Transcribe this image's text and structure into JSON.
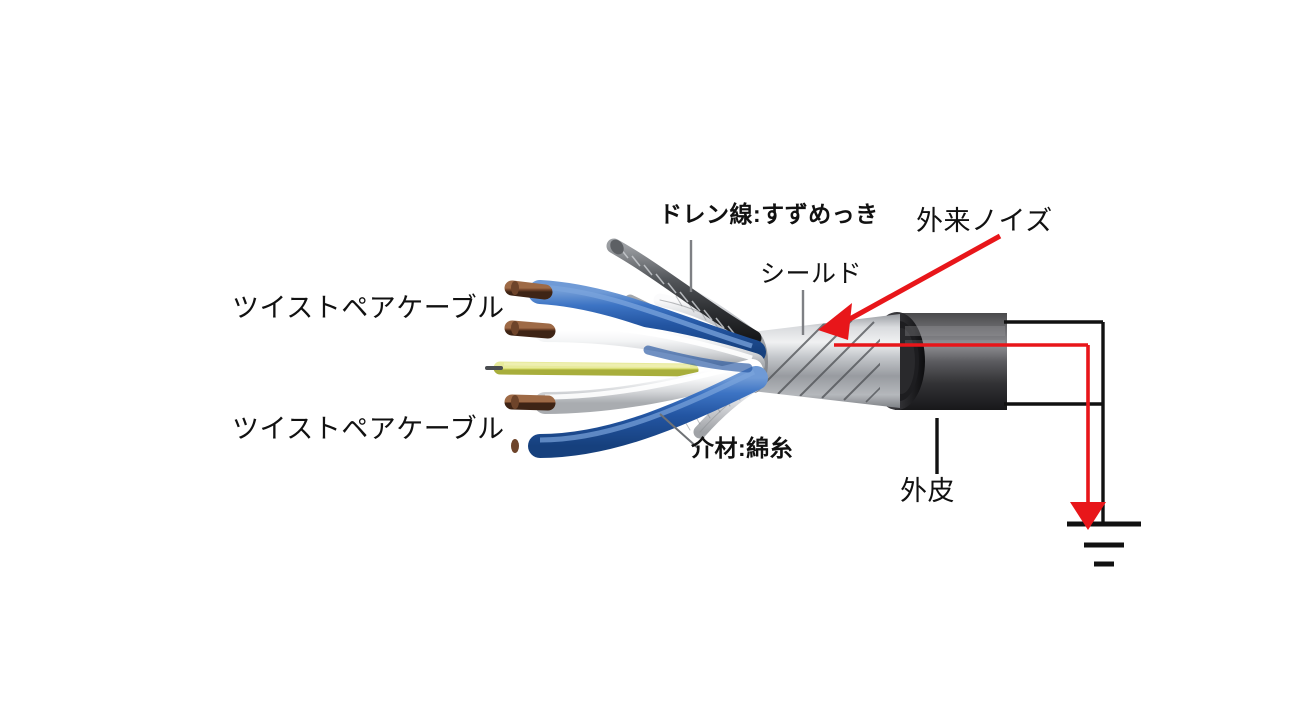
{
  "diagram": {
    "title_context": "shielded twisted pair cable construction with external noise to ground",
    "background_color": "#ffffff",
    "labels": {
      "twisted_pair_upper": "ツイストペアケーブル",
      "twisted_pair_lower": "ツイストペアケーブル",
      "drain_wire": "ドレン線:すずめっき",
      "shield": "シールド",
      "external_noise": "外来ノイズ",
      "filler": "介材:綿糸",
      "outer_sheath": "外皮"
    },
    "colors": {
      "noise_red": "#e8161a",
      "wire_black": "#111111",
      "insulation_blue": "#2f64b4",
      "insulation_white": "#f2f2f2",
      "conductor_copper": "#8a5a3c",
      "filler_strand_yellow": "#c8cf52",
      "shield_silver": "#b9bcc0",
      "jacket_dark": "#3a3a3c",
      "leader_gray": "#8a8a8a",
      "text": "#111111"
    },
    "elements": {
      "cable_jacket": "outer black sheath cylinder",
      "shield_braid": "silver braided shield exposed",
      "drain_wire": "tinned stranded drain wire",
      "cotton_filler": "gray cotton thread filler",
      "ground_symbol": "earth ground, three bars",
      "noise_arrow": "red arrow striking shield",
      "noise_path": "red line from shield to ground"
    }
  }
}
